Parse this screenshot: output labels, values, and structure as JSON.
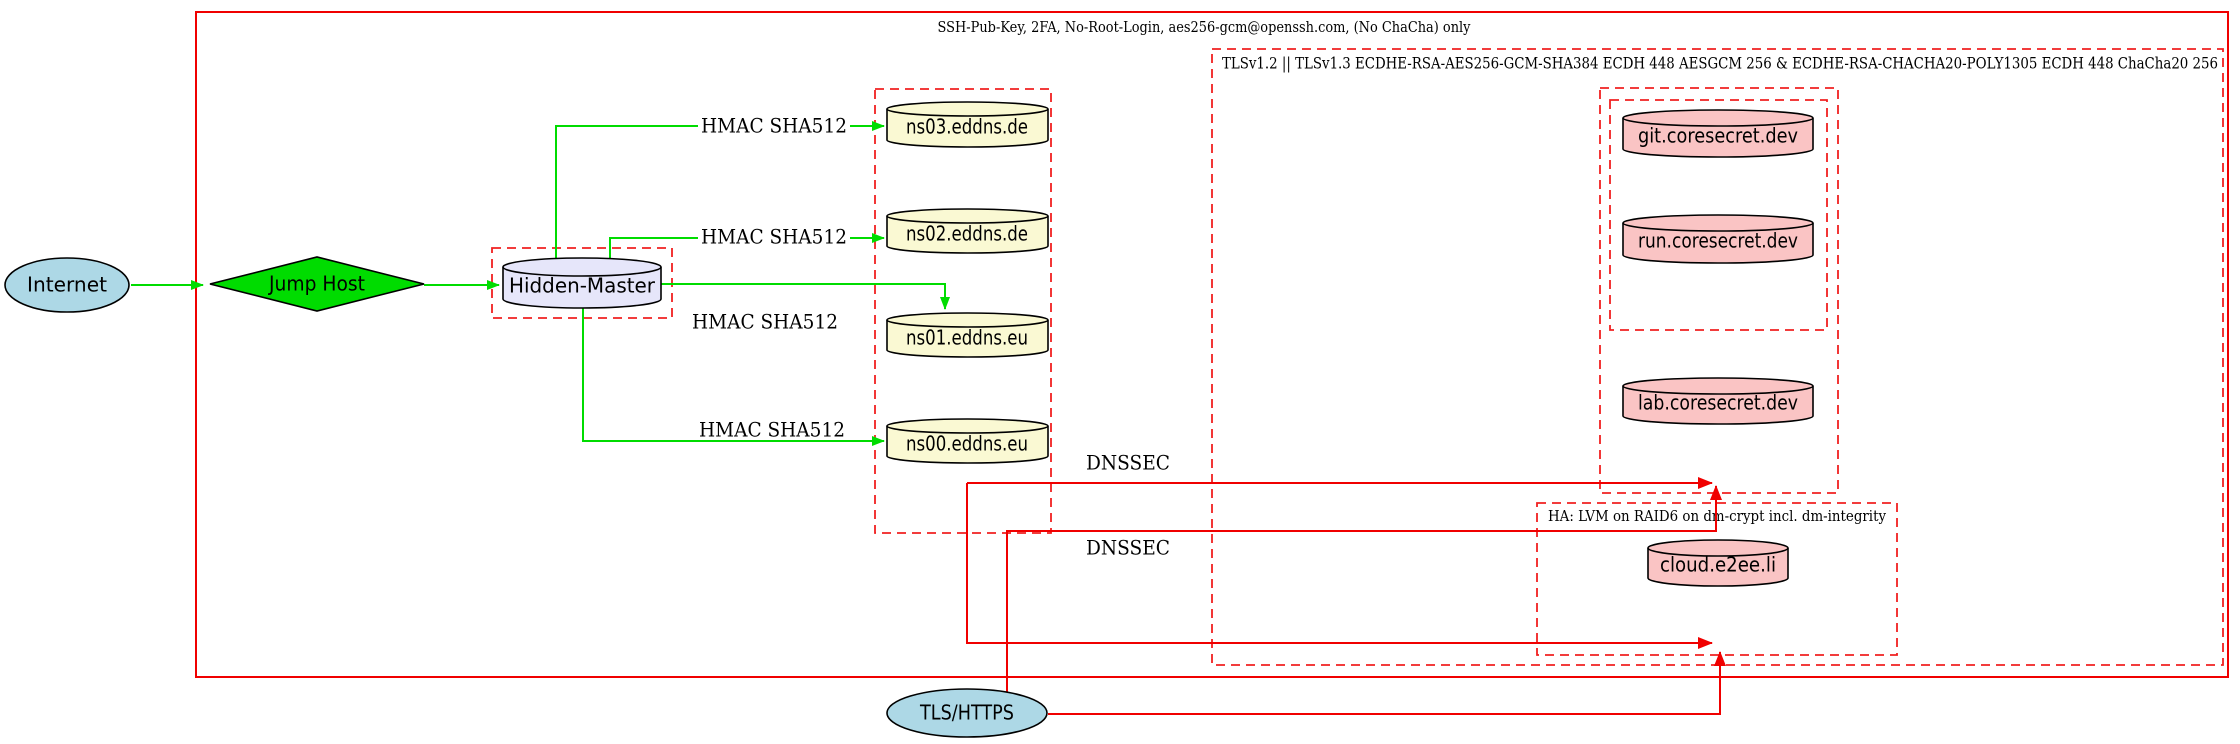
{
  "diagram_type": "network-security-architecture-graph",
  "colors": {
    "boundary_red": "#f00000",
    "edge_green": "#00dc00",
    "node_internet_fill": "#add8e6",
    "node_jumphost_fill": "#00dc00",
    "node_hidden_master_fill": "#e6e6fa",
    "node_dns_fill": "#faf9d3",
    "node_web_fill": "#fac4c4",
    "node_tls_https_fill": "#add8e6"
  },
  "boundaries": {
    "ssh": {
      "label": "SSH-Pub-Key, 2FA, No-Root-Login, aes256-gcm@openssh.com, (No ChaCha) only"
    },
    "tls": {
      "label": "TLSv1.2 || TLSv1.3 ECDHE-RSA-AES256-GCM-SHA384 ECDH 448 AESGCM 256 & ECDHE-RSA-CHACHA20-POLY1305 ECDH 448 ChaCha20 256"
    },
    "ha": {
      "label": "HA: LVM on RAID6 on dm-crypt incl. dm-integrity"
    }
  },
  "nodes": {
    "internet": {
      "label": "Internet",
      "shape": "ellipse"
    },
    "jump_host": {
      "label": "Jump Host",
      "shape": "diamond"
    },
    "hidden_master": {
      "label": "Hidden-Master",
      "shape": "cylinder"
    },
    "ns03": {
      "label": "ns03.eddns.de",
      "shape": "cylinder"
    },
    "ns02": {
      "label": "ns02.eddns.de",
      "shape": "cylinder"
    },
    "ns01": {
      "label": "ns01.eddns.eu",
      "shape": "cylinder"
    },
    "ns00": {
      "label": "ns00.eddns.eu",
      "shape": "cylinder"
    },
    "git": {
      "label": "git.coresecret.dev",
      "shape": "cylinder"
    },
    "run": {
      "label": "run.coresecret.dev",
      "shape": "cylinder"
    },
    "lab": {
      "label": "lab.coresecret.dev",
      "shape": "cylinder"
    },
    "cloud": {
      "label": "cloud.e2ee.li",
      "shape": "cylinder"
    },
    "tls_https": {
      "label": "TLS/HTTPS",
      "shape": "ellipse"
    }
  },
  "edge_labels": {
    "hmac_ns03": "HMAC SHA512",
    "hmac_ns02": "HMAC SHA512",
    "hmac_ns01": "HMAC SHA512",
    "hmac_ns00": "HMAC SHA512",
    "dnssec_upper": "DNSSEC",
    "dnssec_lower": "DNSSEC"
  }
}
